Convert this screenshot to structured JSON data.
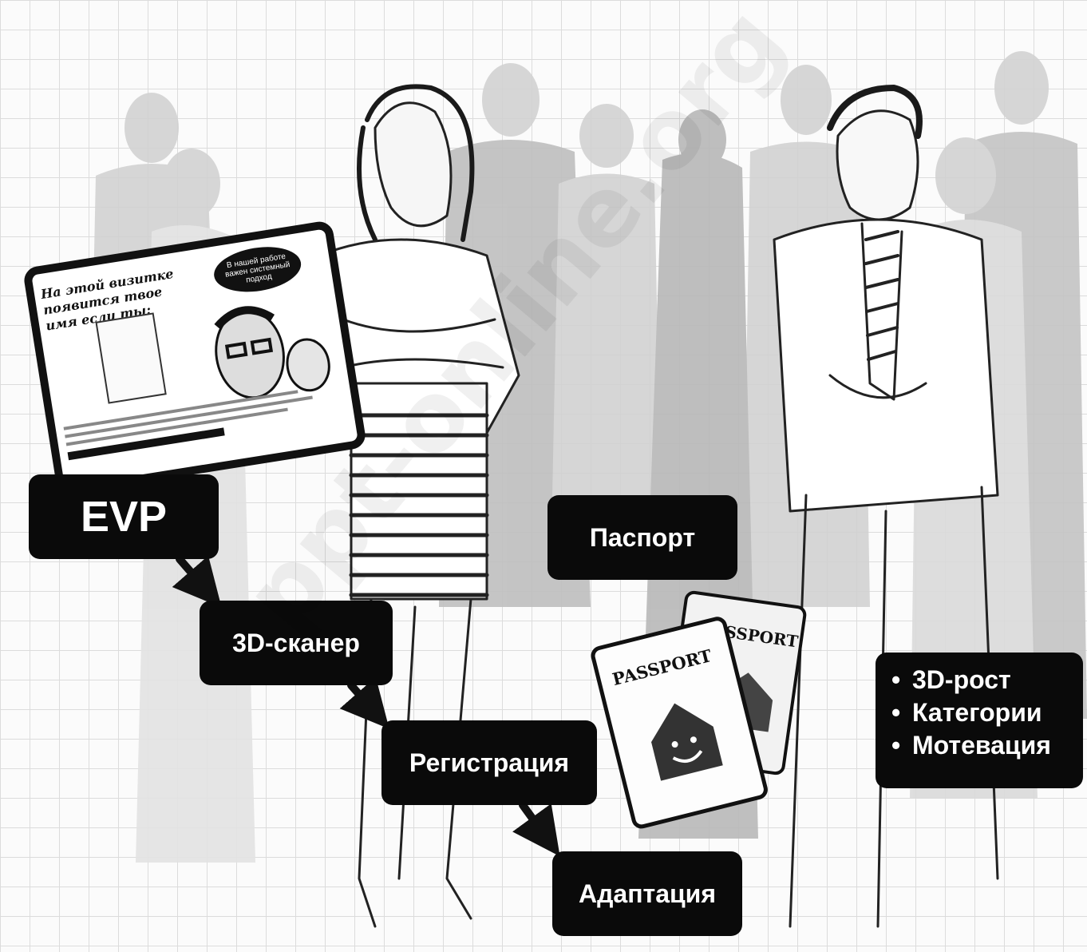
{
  "watermark": "ppt-online.org",
  "flyer": {
    "heading": "На этой визитке появится твое имя если ты:",
    "bubble": "В нашей работе важен системный подход"
  },
  "steps": {
    "evp": "EVP",
    "scanner": "3D-сканер",
    "registration": "Регистрация",
    "adaptation": "Адаптация",
    "passport": "Паспорт"
  },
  "passport_books": [
    "PASSPORT",
    "PASSPORT"
  ],
  "features": [
    "3D-рост",
    "Категории",
    "Мотевация"
  ]
}
